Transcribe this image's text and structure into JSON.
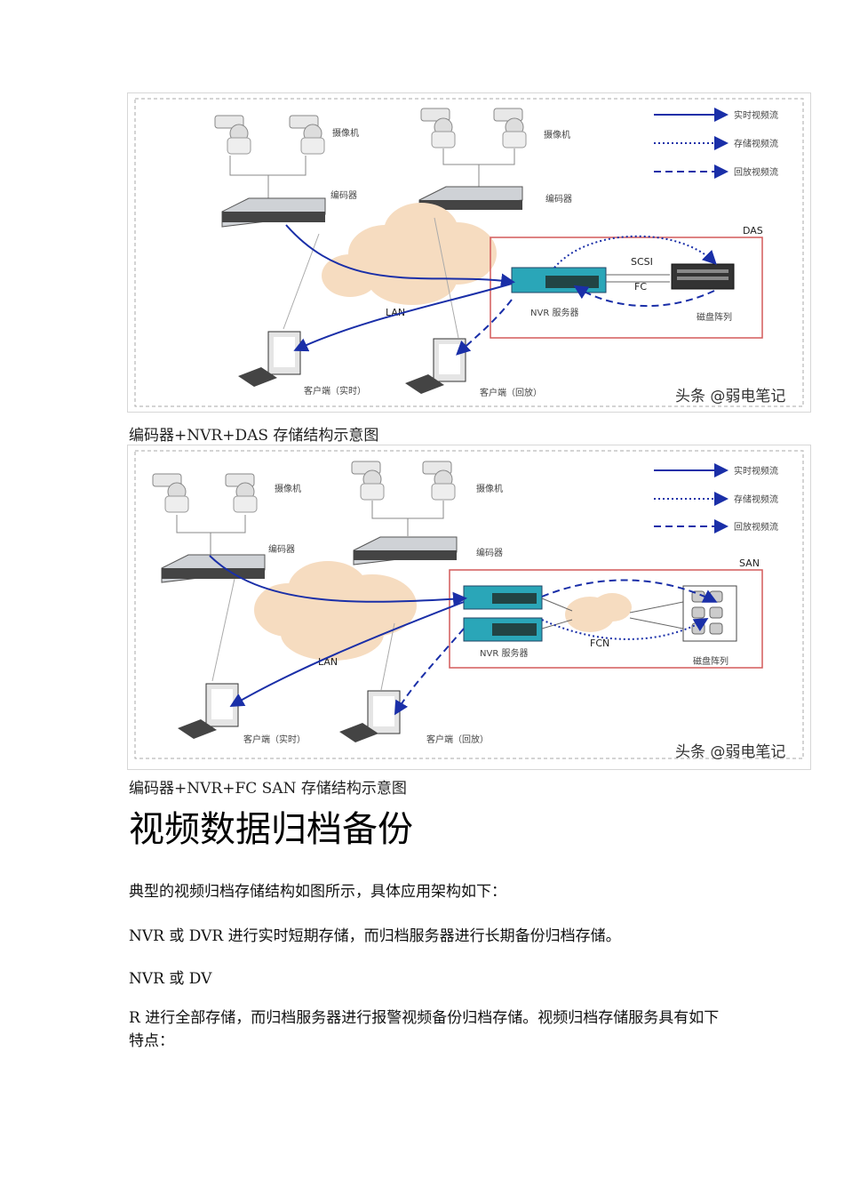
{
  "figure1": {
    "labels": {
      "camera": "摄像机",
      "encoder_left": "编码器",
      "encoder_right": "编码器",
      "lan": "LAN",
      "das": "DAS",
      "scsi": "SCSI",
      "fc": "FC",
      "nvr_server": "NVR 服务器",
      "disk_array": "磁盘阵列",
      "client_live": "客户端（实时）",
      "client_playback": "客户端（回放）"
    },
    "legend": [
      "实时视频流",
      "存储视频流",
      "回放视频流"
    ],
    "watermark": "头条 @弱电笔记"
  },
  "caption1": "编码器+NVR+DAS 存储结构示意图",
  "figure2": {
    "labels": {
      "camera_left": "摄像机",
      "camera_right": "摄像机",
      "encoder_left": "编码器",
      "encoder_right": "编码器",
      "lan": "LAN",
      "san": "SAN",
      "fcn": "FCN",
      "nvr_server": "NVR 服务器",
      "disk_array": "磁盘阵列",
      "client_live": "客户端（实时）",
      "client_playback": "客户端（回放）"
    },
    "legend": [
      "实时视频流",
      "存储视频流",
      "回放视频流"
    ],
    "watermark": "头条 @弱电笔记"
  },
  "caption2": "编码器+NVR+FC SAN 存储结构示意图",
  "heading": "视频数据归档备份",
  "paragraphs": [
    "典型的视频归档存储结构如图所示，具体应用架构如下：",
    "NVR 或 DVR 进行实时短期存储，而归档服务器进行长期备份归档存储。",
    "NVR 或 DV",
    "R 进行全部存储，而归档服务器进行报警视频备份归档存储。视频归档存储服务具有如下特点："
  ],
  "colors": {
    "flow": "#1a2fa8",
    "storage_box": "#d45a5a",
    "cloud": "#f6dcc0",
    "nvr": "#2aa6b8"
  }
}
